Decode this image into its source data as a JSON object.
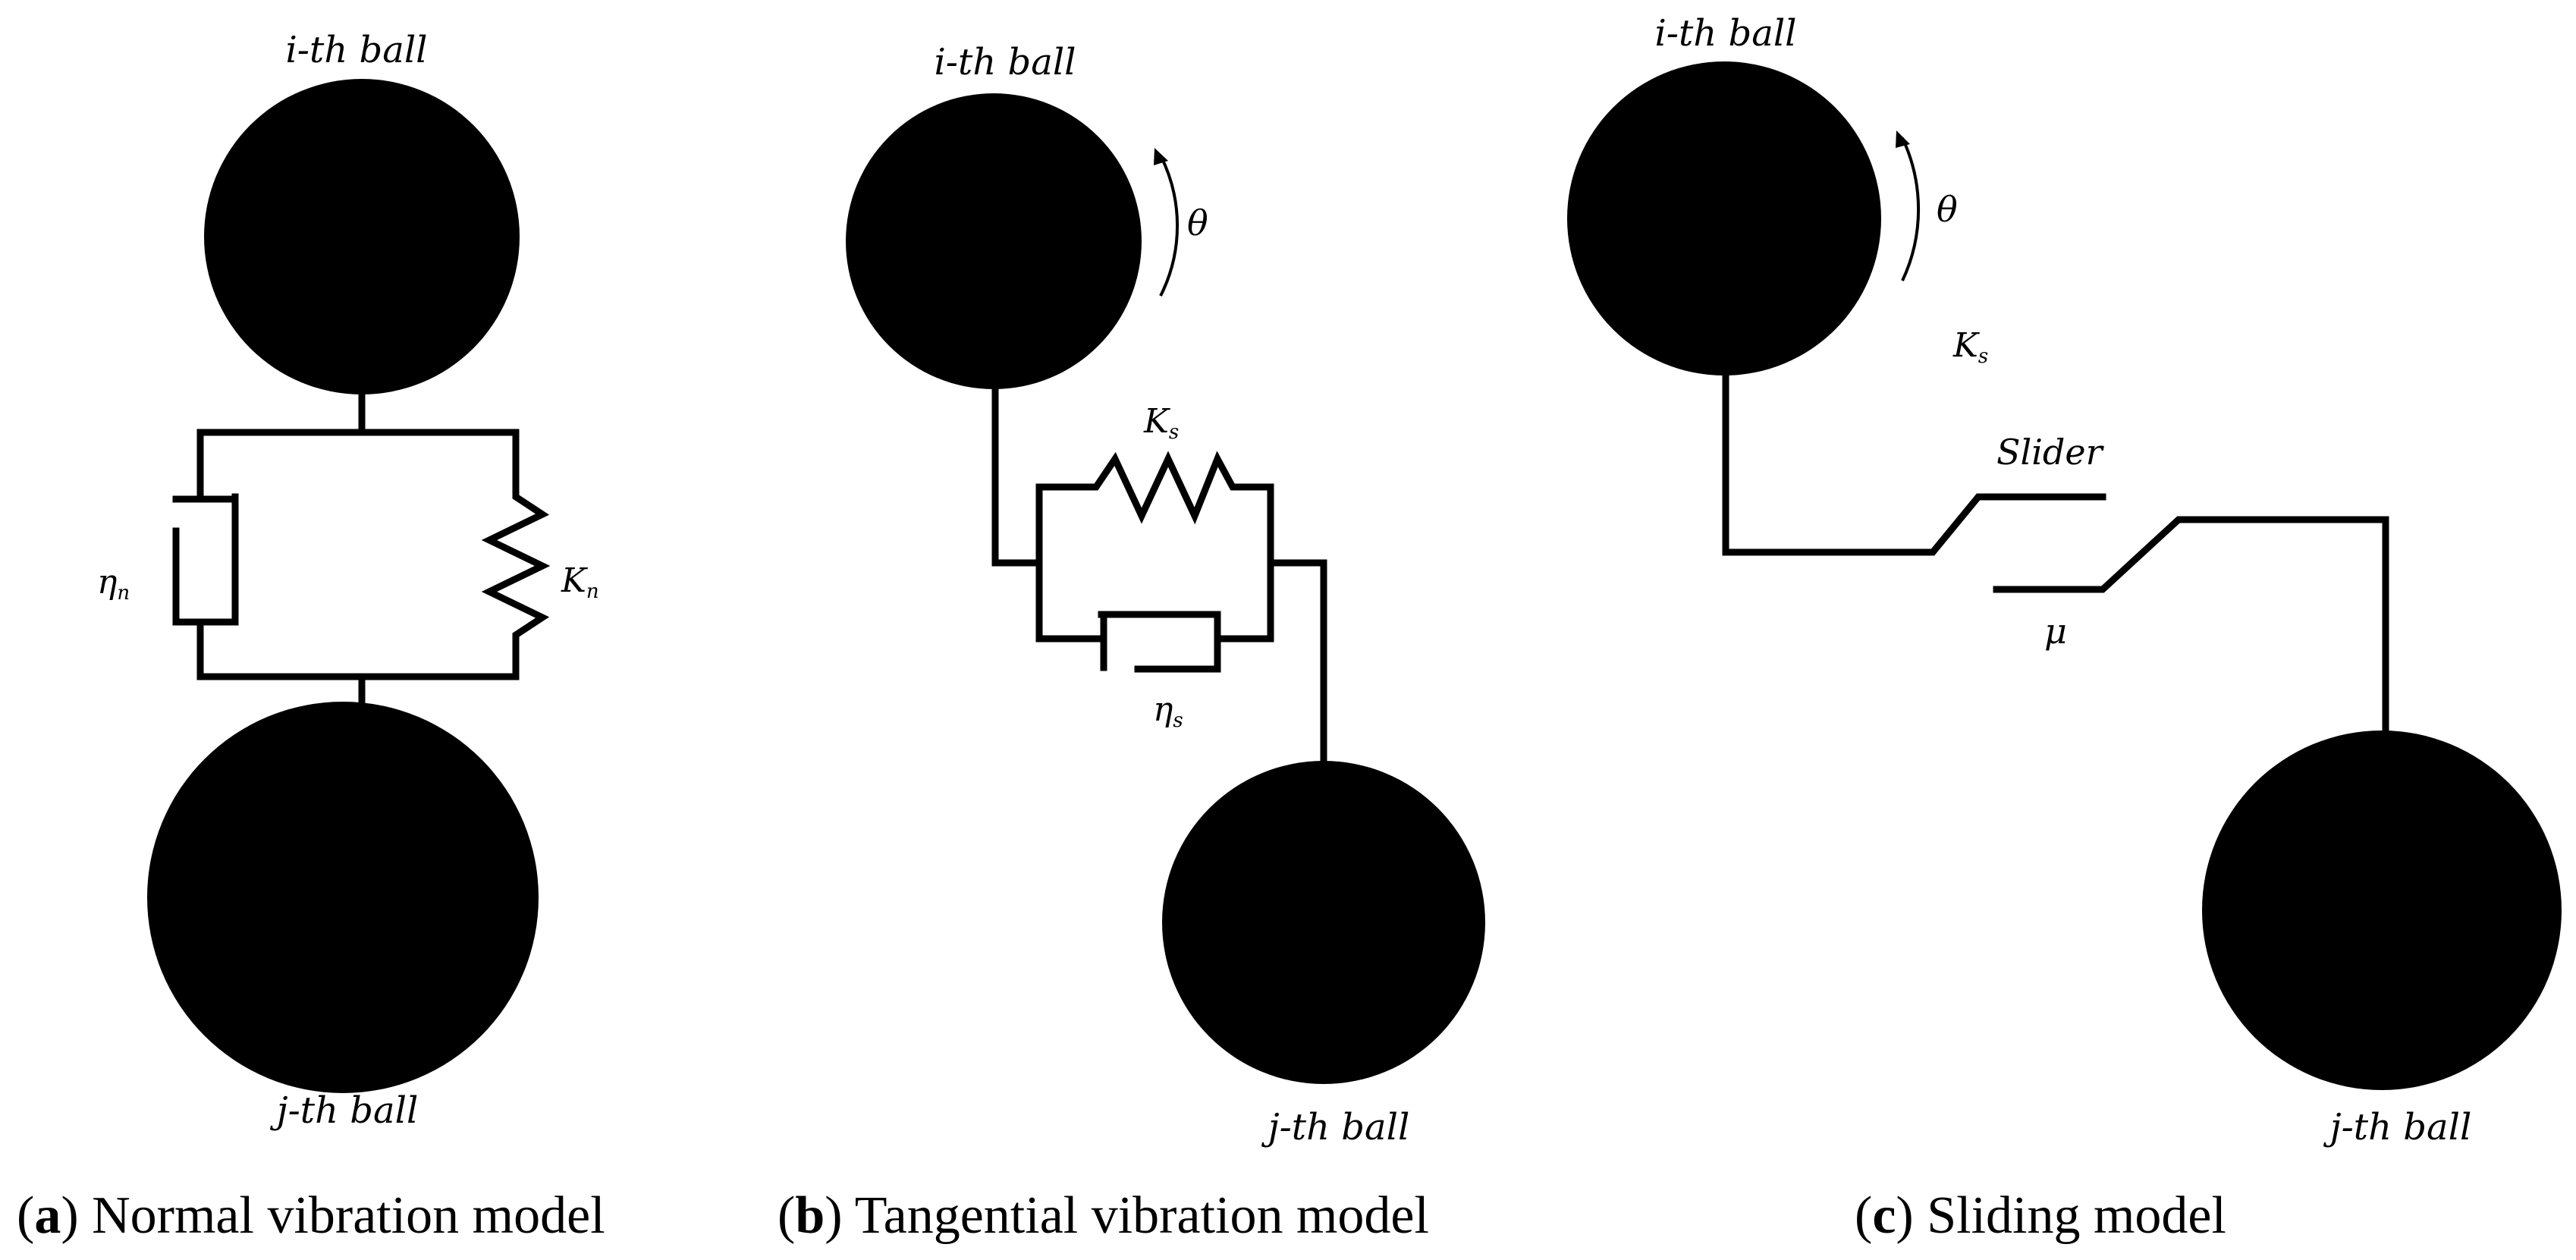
{
  "panel_a": {
    "ball_top_label": "i-th ball",
    "ball_bottom_label": "j-th ball",
    "damper_symbol": "η",
    "damper_subscript": "n",
    "spring_symbol": "K",
    "spring_subscript": "n",
    "caption_letter": "a",
    "caption_text": " Normal vibration model"
  },
  "panel_b": {
    "ball_top_label": "i-th ball",
    "ball_bottom_label": "j-th ball",
    "rotation_symbol": "θ",
    "spring_symbol": "K",
    "spring_subscript": "s",
    "damper_symbol": "η",
    "damper_subscript": "s",
    "caption_letter": "b",
    "caption_text": " Tangential vibration model"
  },
  "panel_c": {
    "ball_top_label": "i-th ball",
    "ball_bottom_label": "j-th ball",
    "rotation_symbol": "θ",
    "spring_symbol": "K",
    "spring_subscript": "s",
    "slider_label": "Slider",
    "friction_symbol": "μ",
    "caption_letter": "c",
    "caption_text": " Sliding model"
  }
}
